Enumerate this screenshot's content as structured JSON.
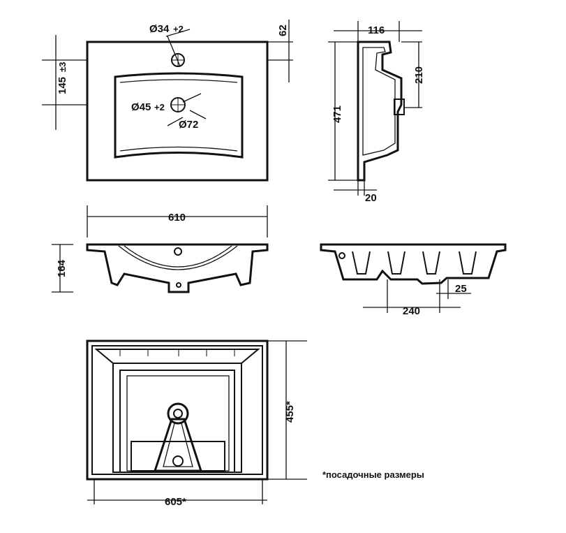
{
  "dimensions": {
    "top_hole_dia": "Ø34",
    "top_hole_tol": "+2",
    "right_offset_top": "62",
    "left_offset": "145",
    "left_offset_tol": "±3",
    "drain_dia": "Ø45",
    "drain_tol": "+2",
    "drain_outer_dia": "Ø72",
    "side_depth_top": "116",
    "side_height_total": "471",
    "side_height_sub": "210",
    "side_bottom": "20",
    "front_width": "610",
    "front_height": "164",
    "rear_rib_spacing": "240",
    "rear_rib_width": "25",
    "bottom_depth": "455*",
    "bottom_width": "605*"
  },
  "note": "*посадочные размеры"
}
